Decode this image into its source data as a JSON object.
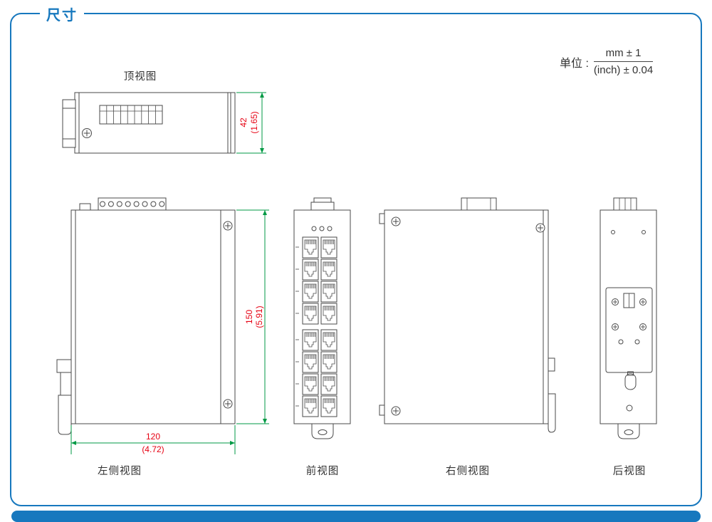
{
  "page": {
    "section_title": "尺寸",
    "unit": {
      "label": "单位 :",
      "numerator": "mm ± 1",
      "denominator": "(inch) ± 0.04"
    }
  },
  "views": {
    "top": {
      "label": "顶视图"
    },
    "left_side": {
      "label": "左侧视图"
    },
    "front": {
      "label": "前视图"
    },
    "right_side": {
      "label": "右侧视图"
    },
    "rear": {
      "label": "后视图"
    }
  },
  "dimensions": {
    "height": {
      "mm": "42",
      "inch": "(1.65)"
    },
    "depth": {
      "mm": "150",
      "inch": "(5.91)"
    },
    "width": {
      "mm": "120",
      "inch": "(4.72)"
    }
  },
  "colors": {
    "accent_blue": "#1778be",
    "dimension_text_red": "#e60012",
    "dimension_line_green": "#009944",
    "drawing_line_gray": "#4a4a4a"
  }
}
